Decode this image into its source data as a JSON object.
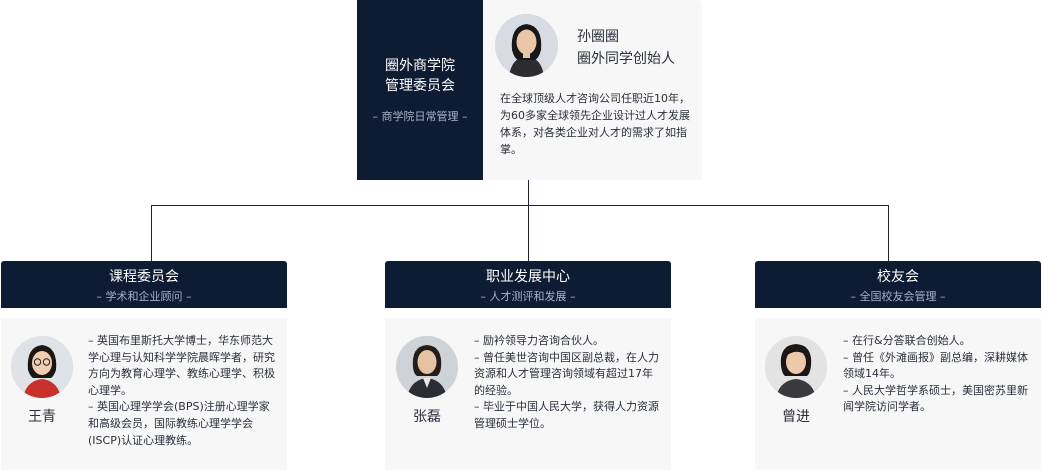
{
  "top": {
    "title_line1": "圈外商学院",
    "title_line2": "管理委员会",
    "subtitle": "– 商学院日常管理 –",
    "person": {
      "name": "孙圈圈",
      "role": "圈外同学创始人",
      "avatar_icon": "person-portrait-icon",
      "desc": "在全球顶级人才咨询公司任职近10年，为60多家全球领先企业设计过人才发展体系，对各类企业对人才的需求了如指掌。"
    }
  },
  "committees": [
    {
      "title": "课程委员会",
      "subtitle": "– 学术和企业顾问 –",
      "person": {
        "name": "王青",
        "avatar_icon": "person-portrait-icon",
        "bio": [
          "– 英国布里斯托大学博士，华东师范大学心理与认知科学学院晨晖学者，研究方向为教育心理学、教练心理学、积极心理学。",
          "– 英国心理学学会(BPS)注册心理学家和高级会员，国际教练心理学学会(ISCP)认证心理教练。"
        ]
      }
    },
    {
      "title": "职业发展中心",
      "subtitle": "– 人才测评和发展 –",
      "person": {
        "name": "张磊",
        "avatar_icon": "person-portrait-icon",
        "bio": [
          "– 励衿领导力咨询合伙人。",
          "– 曾任美世咨询中国区副总裁，在人力资源和人才管理咨询领域有超过17年的经验。",
          "– 毕业于中国人民大学，获得人力资源管理硕士学位。"
        ]
      }
    },
    {
      "title": "校友会",
      "subtitle": "– 全国校友会管理 –",
      "person": {
        "name": "曾进",
        "avatar_icon": "person-portrait-icon",
        "bio": [
          "– 在行&分答联合创始人。",
          "– 曾任《外滩画报》副总编，深耕媒体领域14年。",
          "– 人民大学哲学系硕士，美国密苏里新闻学院访问学者。"
        ]
      }
    }
  ]
}
